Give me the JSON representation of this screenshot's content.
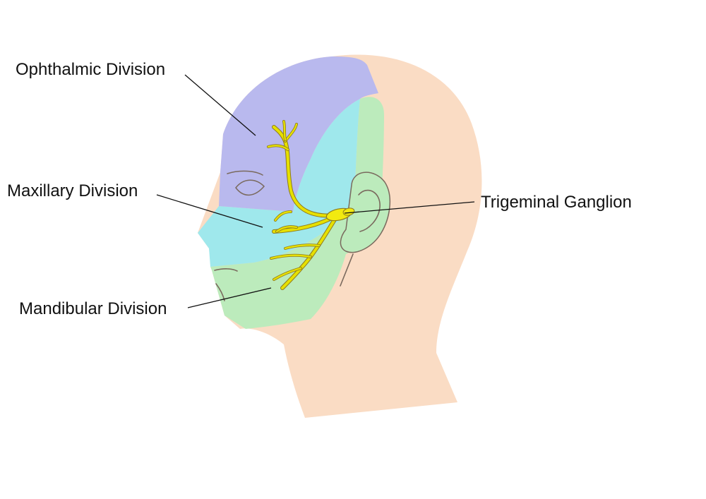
{
  "labels": {
    "ophthalmic": "Ophthalmic Division",
    "maxillary": "Maxillary Division",
    "mandibular": "Mandibular Division",
    "ganglion": "Trigeminal Ganglion"
  },
  "colors": {
    "skin": "#fadcc4",
    "ophthalmic_region": "#b9b9ee",
    "maxillary_region": "#9fe8ec",
    "mandibular_region": "#bcebbc",
    "nerve": "#e6e000",
    "background": "#ffffff"
  },
  "icons": {
    "head": "head-profile-illustration",
    "nerve": "trigeminal-nerve-branches"
  }
}
